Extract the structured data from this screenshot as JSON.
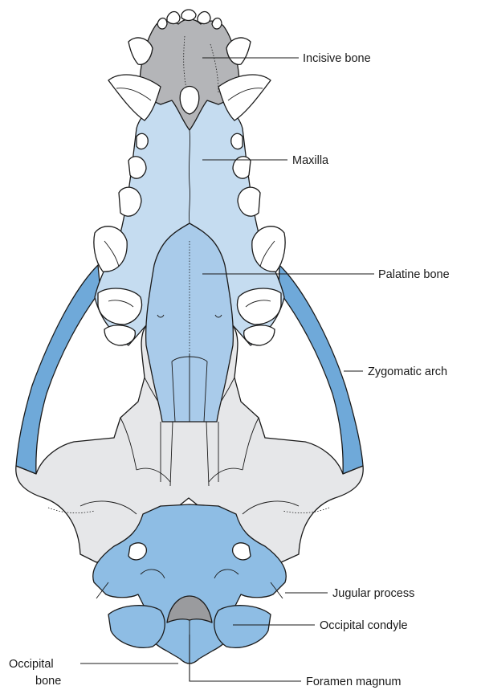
{
  "labels": {
    "incisive": "Incisive bone",
    "maxilla": "Maxilla",
    "palatine": "Palatine bone",
    "zygomatic": "Zygomatic arch",
    "jugular": "Jugular process",
    "condyle": "Occipital condyle",
    "occipital_1": "Occipital",
    "occipital_2": "bone",
    "foramen": "Foramen magnum"
  },
  "colors": {
    "incisive": "#b4b5b8",
    "maxilla": "#c5dcf0",
    "palatine": "#a9cbea",
    "zygomatic": "#6fa9d9",
    "occipital": "#8ebde4",
    "other_bone": "#e6e7e9",
    "teeth": "#ffffff",
    "outline": "#1a1a1a"
  }
}
